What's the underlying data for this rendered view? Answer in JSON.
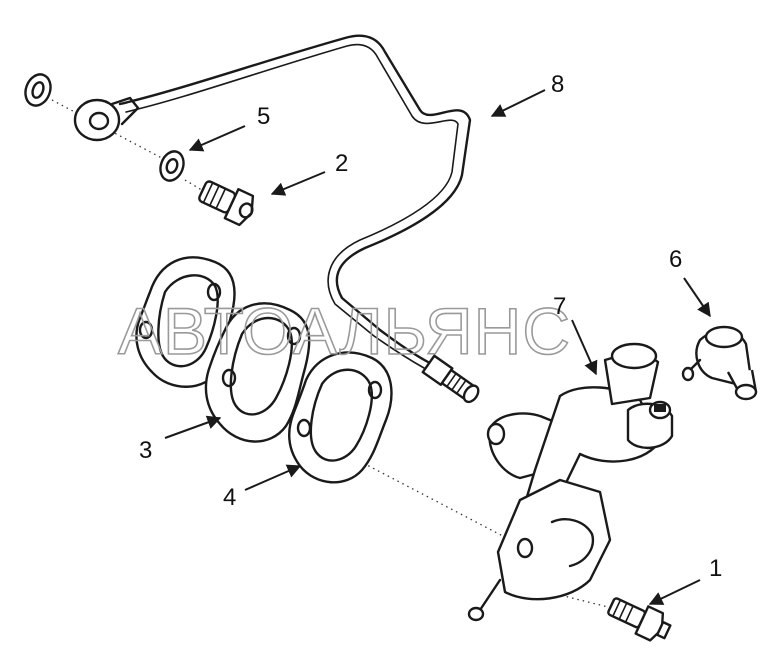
{
  "watermark": {
    "text": "АВТОАЛЬЯНС"
  },
  "callouts": [
    {
      "number": "1"
    },
    {
      "number": "2"
    },
    {
      "number": "3"
    },
    {
      "number": "4"
    },
    {
      "number": "5"
    },
    {
      "number": "6"
    },
    {
      "number": "7"
    },
    {
      "number": "8"
    }
  ]
}
